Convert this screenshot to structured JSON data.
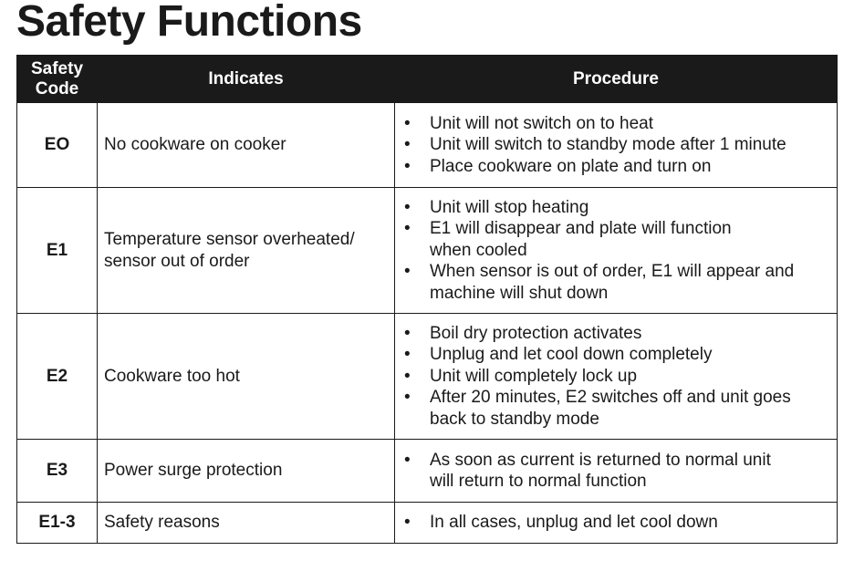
{
  "title": "Safety Functions",
  "headers": {
    "code_line1": "Safety",
    "code_line2": "Code",
    "indicates": "Indicates",
    "procedure": "Procedure"
  },
  "bullet_glyph": "•",
  "rows": [
    {
      "code": "EO",
      "indicates": [
        "No cookware on cooker"
      ],
      "procedure": [
        [
          "Unit will not switch on to heat"
        ],
        [
          "Unit will switch to standby mode after 1 minute"
        ],
        [
          "Place cookware on plate and turn on"
        ]
      ]
    },
    {
      "code": "E1",
      "indicates": [
        "Temperature sensor overheated/",
        "sensor out of order"
      ],
      "procedure": [
        [
          "Unit will stop heating"
        ],
        [
          "E1 will disappear and plate will function",
          "when cooled"
        ],
        [
          "When sensor is out of order, E1 will appear and",
          "machine will shut down"
        ]
      ]
    },
    {
      "code": "E2",
      "indicates": [
        "Cookware too hot"
      ],
      "procedure": [
        [
          "Boil dry protection activates"
        ],
        [
          "Unplug and let cool down completely"
        ],
        [
          "Unit will completely lock up"
        ],
        [
          "After 20 minutes, E2 switches off and unit goes",
          "back to standby mode"
        ]
      ]
    },
    {
      "code": "E3",
      "indicates": [
        "Power surge protection"
      ],
      "procedure": [
        [
          "As soon as current is returned to normal unit",
          "will return to normal function"
        ]
      ]
    },
    {
      "code": "E1-3",
      "indicates": [
        "Safety reasons"
      ],
      "procedure": [
        [
          "In all cases, unplug and let cool down"
        ]
      ]
    }
  ]
}
